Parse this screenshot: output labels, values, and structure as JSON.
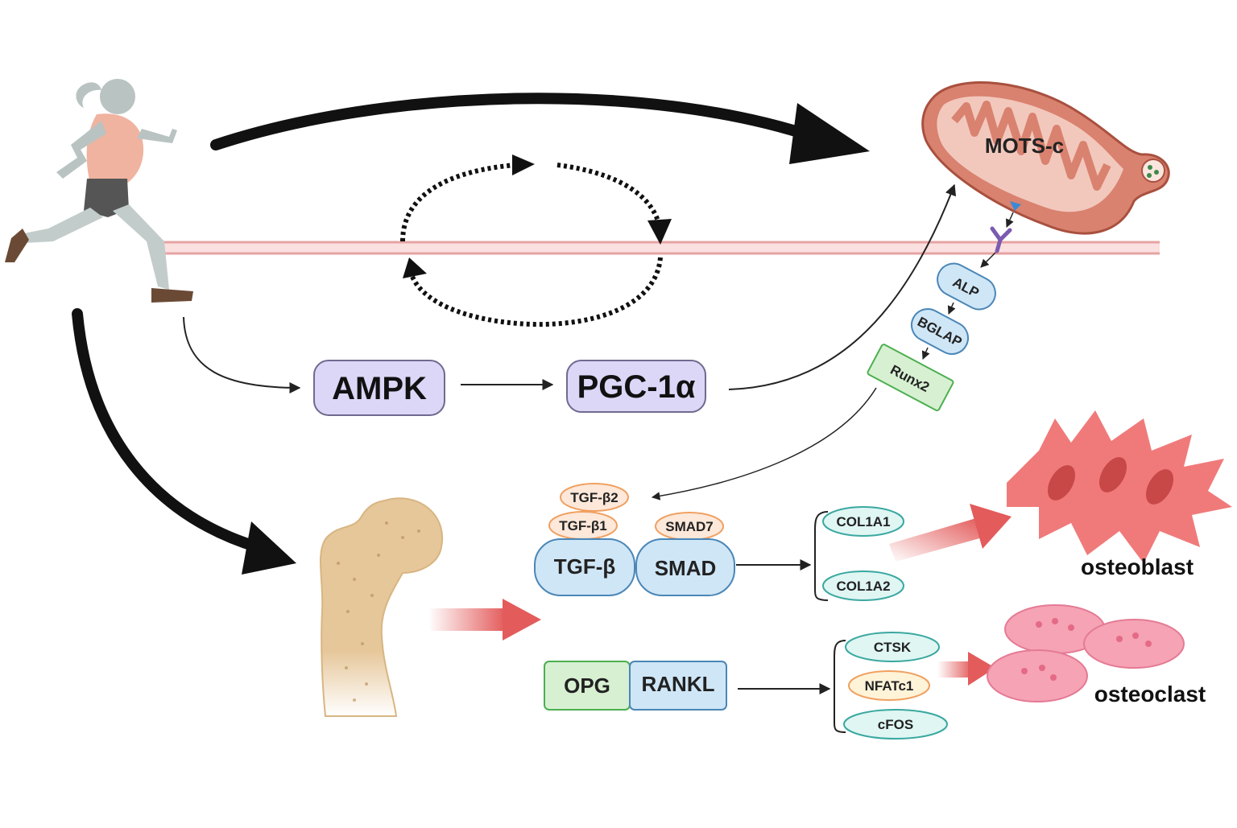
{
  "labels": {
    "ampk": "AMPK",
    "pgc1a": "PGC-1α",
    "mots_c": "MOTS-c",
    "alp": "ALP",
    "bglap": "BGLAP",
    "runx2": "Runx2",
    "tgfb2": "TGF-β2",
    "tgfb1": "TGF-β1",
    "tgfb": "TGF-β",
    "smad7": "SMAD7",
    "smad": "SMAD",
    "col1a1": "COL1A1",
    "col1a2": "COL1A2",
    "opg": "OPG",
    "rankl": "RANKL",
    "ctsk": "CTSK",
    "nfatc1": "NFATc1",
    "cfos": "cFOS",
    "osteoblast": "osteoblast",
    "osteoclast": "osteoclast"
  },
  "colors": {
    "lavender_box": "#dcd6f7",
    "lavender_border": "#6f6a8f",
    "blue_box": "#cfe6f6",
    "blue_border": "#4a86b7",
    "green_box": "#d7f0d2",
    "green_border": "#4caf50",
    "orange_border": "#f0a060",
    "teal_border": "#3aa8a0",
    "mito": "#d9826f",
    "cell_red": "#ee6b6b",
    "cell_pink": "#f5a3b5",
    "membrane": "#f3b7b7",
    "bone": "#e6c79a"
  },
  "icons": [
    "runner-icon",
    "mitochondrion-icon",
    "bone-icon",
    "osteoblast-cells-icon",
    "osteoclast-cells-icon",
    "receptor-icon",
    "ligand-icon"
  ]
}
